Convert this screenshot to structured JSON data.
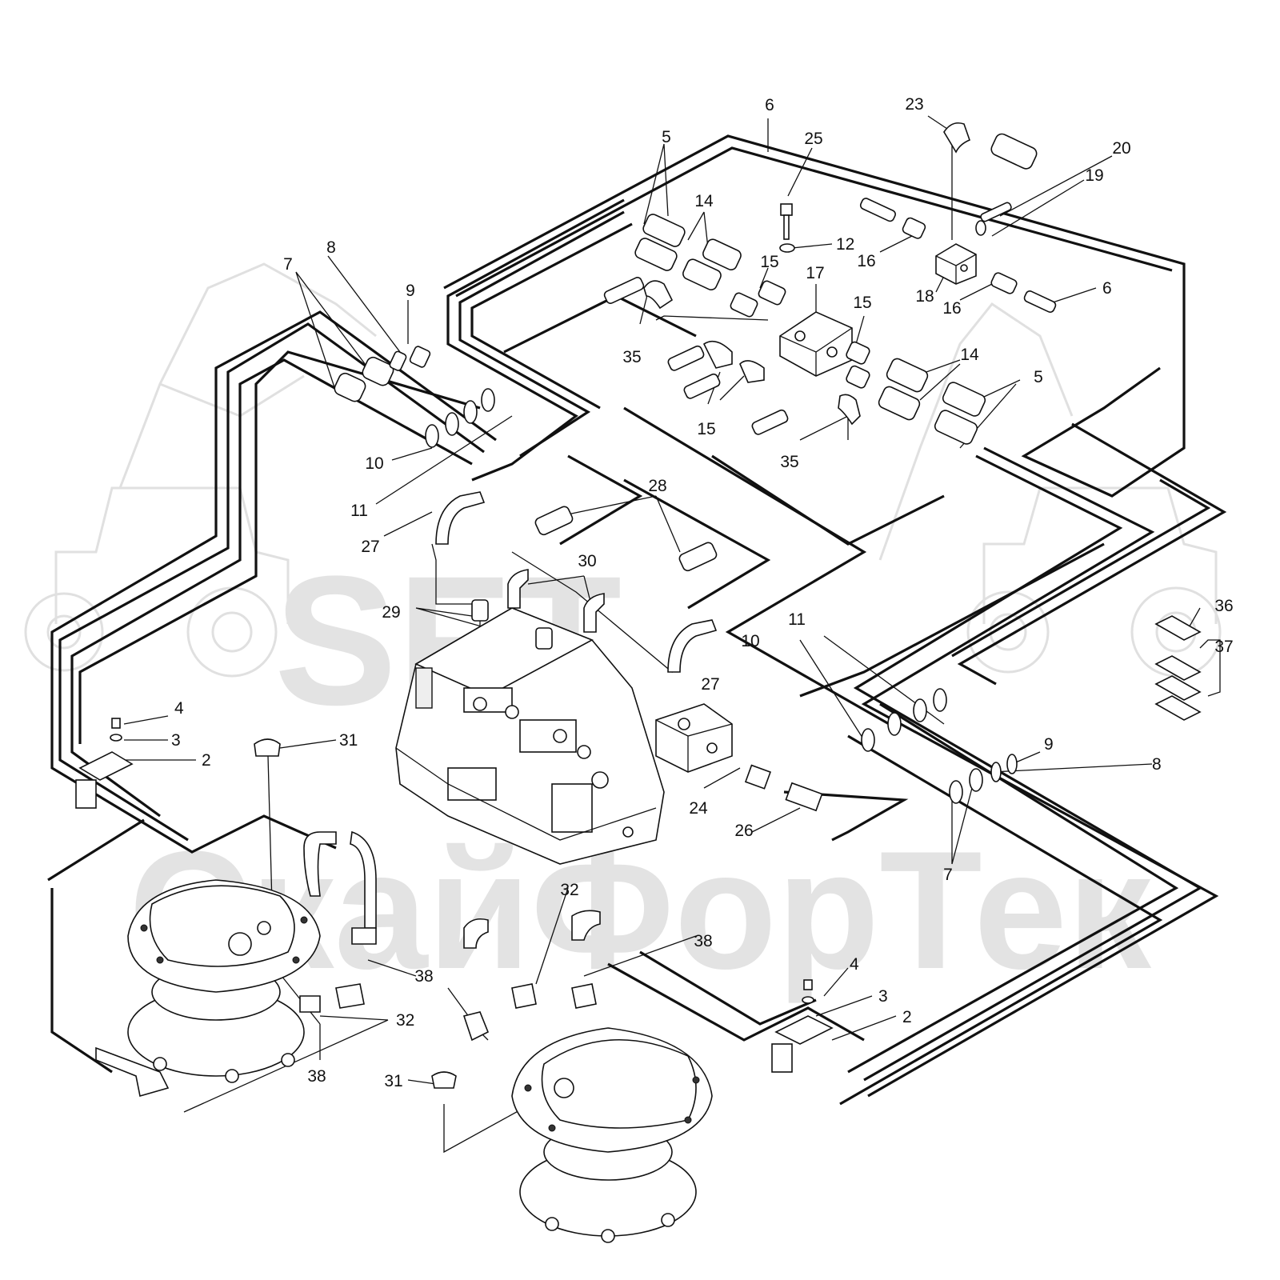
{
  "watermark": {
    "brand_top": "SFT",
    "brand_bottom": "СкайФорТек"
  },
  "callouts": [
    {
      "id": "c2a",
      "text": "2"
    },
    {
      "id": "c2b",
      "text": "2"
    },
    {
      "id": "c3a",
      "text": "3"
    },
    {
      "id": "c3b",
      "text": "3"
    },
    {
      "id": "c4a",
      "text": "4"
    },
    {
      "id": "c4b",
      "text": "4"
    },
    {
      "id": "c5a",
      "text": "5"
    },
    {
      "id": "c5b",
      "text": "5"
    },
    {
      "id": "c6a",
      "text": "6"
    },
    {
      "id": "c6b",
      "text": "6"
    },
    {
      "id": "c7a",
      "text": "7"
    },
    {
      "id": "c7b",
      "text": "7"
    },
    {
      "id": "c8a",
      "text": "8"
    },
    {
      "id": "c8b",
      "text": "8"
    },
    {
      "id": "c9a",
      "text": "9"
    },
    {
      "id": "c9b",
      "text": "9"
    },
    {
      "id": "c10a",
      "text": "10"
    },
    {
      "id": "c10b",
      "text": "10"
    },
    {
      "id": "c11a",
      "text": "11"
    },
    {
      "id": "c11b",
      "text": "11"
    },
    {
      "id": "c12",
      "text": "12"
    },
    {
      "id": "c14a",
      "text": "14"
    },
    {
      "id": "c14b",
      "text": "14"
    },
    {
      "id": "c15a",
      "text": "15"
    },
    {
      "id": "c15b",
      "text": "15"
    },
    {
      "id": "c15c",
      "text": "15"
    },
    {
      "id": "c16a",
      "text": "16"
    },
    {
      "id": "c16b",
      "text": "16"
    },
    {
      "id": "c17",
      "text": "17"
    },
    {
      "id": "c18",
      "text": "18"
    },
    {
      "id": "c19",
      "text": "19"
    },
    {
      "id": "c20",
      "text": "20"
    },
    {
      "id": "c23",
      "text": "23"
    },
    {
      "id": "c24",
      "text": "24"
    },
    {
      "id": "c25",
      "text": "25"
    },
    {
      "id": "c26",
      "text": "26"
    },
    {
      "id": "c27a",
      "text": "27"
    },
    {
      "id": "c27b",
      "text": "27"
    },
    {
      "id": "c28",
      "text": "28"
    },
    {
      "id": "c29",
      "text": "29"
    },
    {
      "id": "c30",
      "text": "30"
    },
    {
      "id": "c31a",
      "text": "31"
    },
    {
      "id": "c31b",
      "text": "31"
    },
    {
      "id": "c32a",
      "text": "32"
    },
    {
      "id": "c32b",
      "text": "32"
    },
    {
      "id": "c35a",
      "text": "35"
    },
    {
      "id": "c35b",
      "text": "35"
    },
    {
      "id": "c36",
      "text": "36"
    },
    {
      "id": "c37",
      "text": "37"
    },
    {
      "id": "c38a",
      "text": "38"
    },
    {
      "id": "c38b",
      "text": "38"
    },
    {
      "id": "c38c",
      "text": "38"
    }
  ]
}
